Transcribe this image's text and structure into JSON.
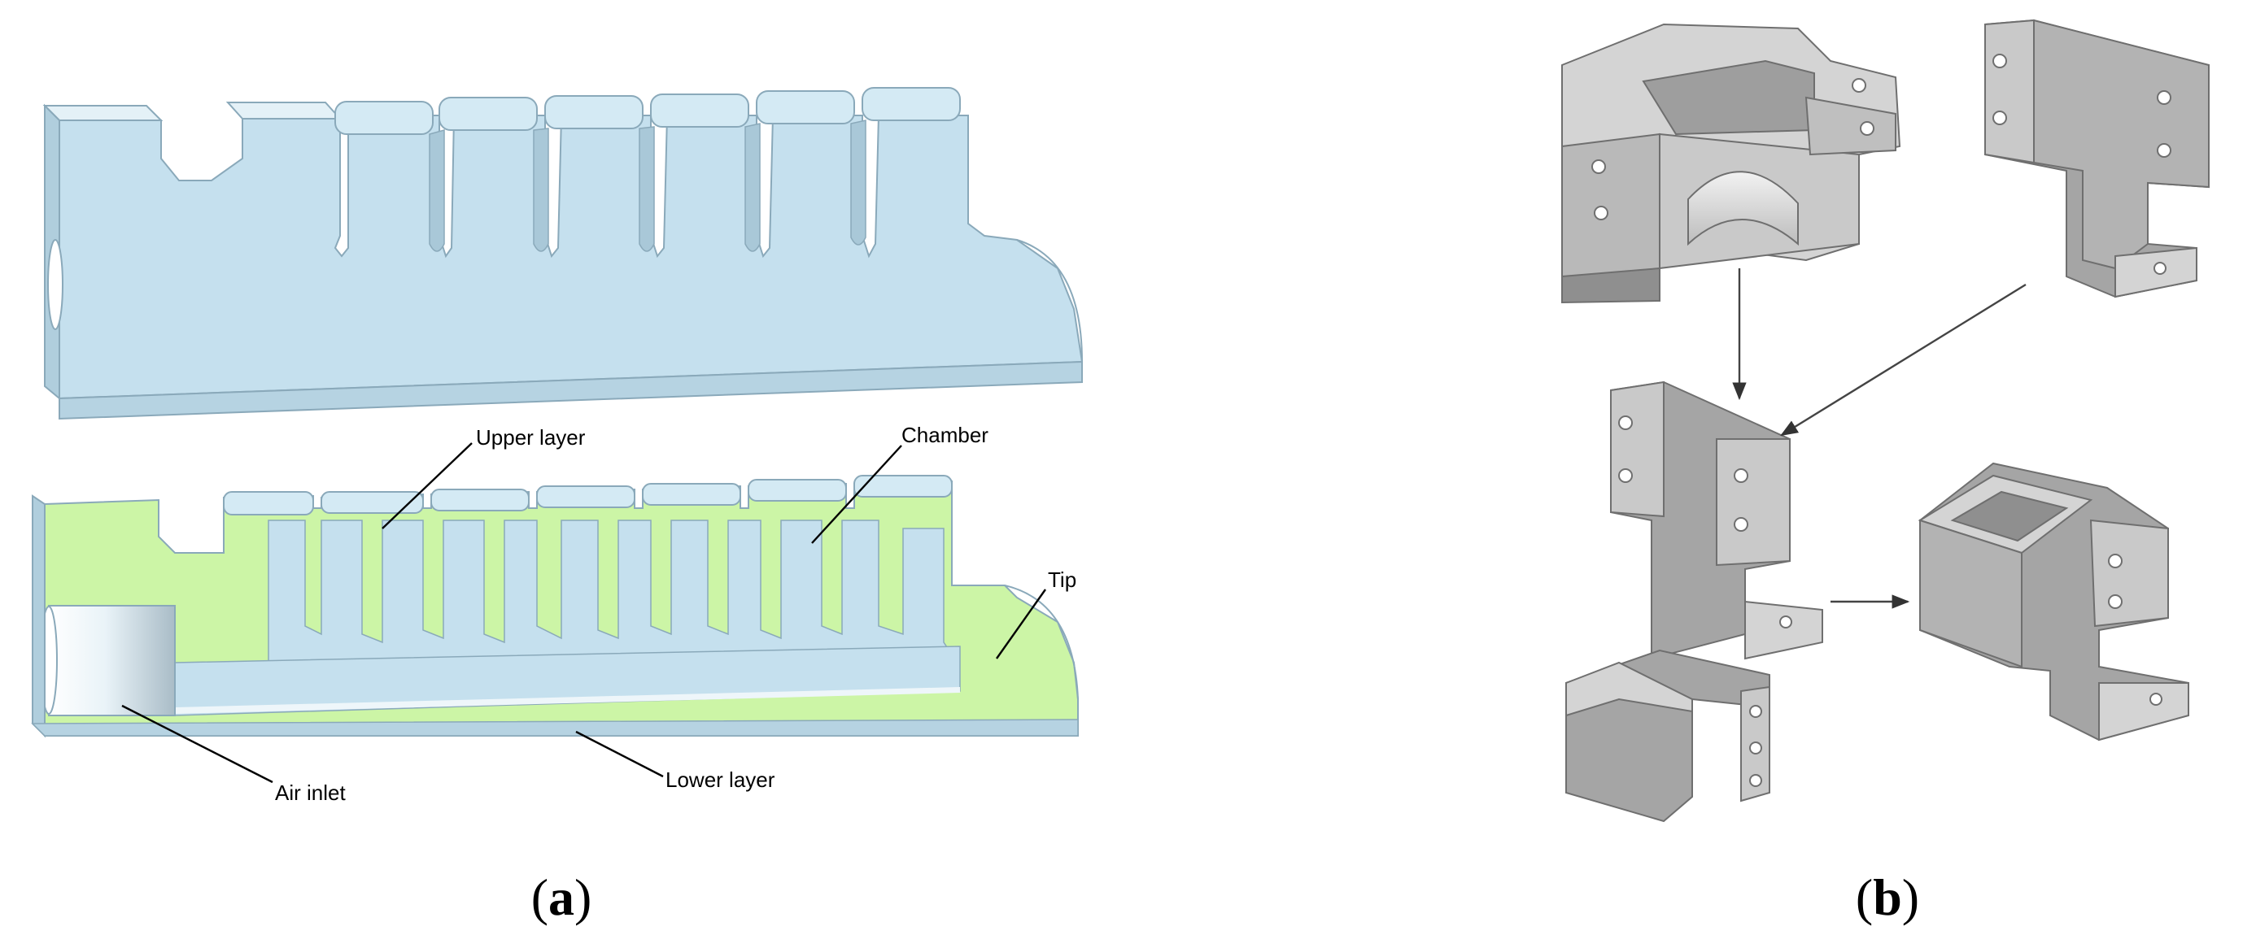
{
  "panel_a": {
    "label_letter": "a",
    "annotations": {
      "upper_layer": "Upper layer",
      "chamber": "Chamber",
      "tip": "Tip",
      "air_inlet": "Air inlet",
      "lower_layer": "Lower layer"
    }
  },
  "panel_b": {
    "label_letter": "b"
  },
  "colors": {
    "actuator_body": "#c5e0ee",
    "actuator_edge": "#8aa9ba",
    "cross_section": "#ccf5a6",
    "part_gray": "#a5a5a5",
    "part_light": "#d4d4d4",
    "part_dark": "#8a8a8a"
  }
}
